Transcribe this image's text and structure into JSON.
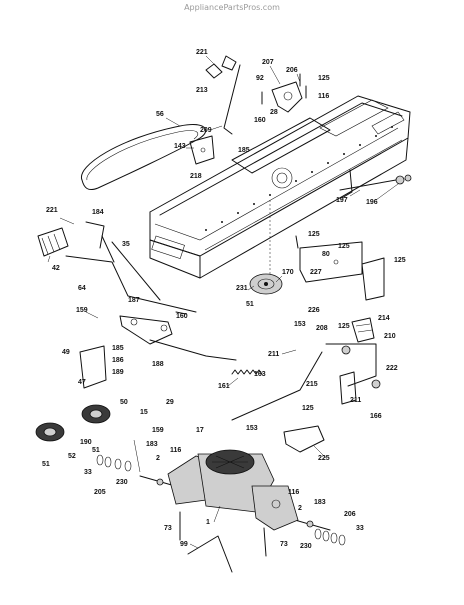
{
  "watermark": "AppliancePartsPros.com",
  "callouts": [
    {
      "id": "221a",
      "text": "221"
    },
    {
      "id": "213",
      "text": "213"
    },
    {
      "id": "207",
      "text": "207"
    },
    {
      "id": "206a",
      "text": "206"
    },
    {
      "id": "125a",
      "text": "125"
    },
    {
      "id": "92",
      "text": "92"
    },
    {
      "id": "116a",
      "text": "116"
    },
    {
      "id": "28",
      "text": "28"
    },
    {
      "id": "56",
      "text": "56"
    },
    {
      "id": "160a",
      "text": "160"
    },
    {
      "id": "209",
      "text": "209"
    },
    {
      "id": "185a",
      "text": "185"
    },
    {
      "id": "143",
      "text": "143"
    },
    {
      "id": "218",
      "text": "218"
    },
    {
      "id": "197",
      "text": "197"
    },
    {
      "id": "196",
      "text": "196"
    },
    {
      "id": "221b",
      "text": "221"
    },
    {
      "id": "184",
      "text": "184"
    },
    {
      "id": "42",
      "text": "42"
    },
    {
      "id": "35",
      "text": "35"
    },
    {
      "id": "125b",
      "text": "125"
    },
    {
      "id": "80",
      "text": "80"
    },
    {
      "id": "125c",
      "text": "125"
    },
    {
      "id": "125d",
      "text": "125"
    },
    {
      "id": "170",
      "text": "170"
    },
    {
      "id": "227",
      "text": "227"
    },
    {
      "id": "231",
      "text": "231"
    },
    {
      "id": "51a",
      "text": "51"
    },
    {
      "id": "226",
      "text": "226"
    },
    {
      "id": "64",
      "text": "64"
    },
    {
      "id": "187",
      "text": "187"
    },
    {
      "id": "159a",
      "text": "159"
    },
    {
      "id": "160b",
      "text": "160"
    },
    {
      "id": "214",
      "text": "214"
    },
    {
      "id": "153a",
      "text": "153"
    },
    {
      "id": "208",
      "text": "208"
    },
    {
      "id": "125e",
      "text": "125"
    },
    {
      "id": "210",
      "text": "210"
    },
    {
      "id": "49",
      "text": "49"
    },
    {
      "id": "185b",
      "text": "185"
    },
    {
      "id": "186",
      "text": "186"
    },
    {
      "id": "188",
      "text": "188"
    },
    {
      "id": "211a",
      "text": "211"
    },
    {
      "id": "189",
      "text": "189"
    },
    {
      "id": "161",
      "text": "161"
    },
    {
      "id": "163",
      "text": "163"
    },
    {
      "id": "215",
      "text": "215"
    },
    {
      "id": "222",
      "text": "222"
    },
    {
      "id": "47",
      "text": "47"
    },
    {
      "id": "29",
      "text": "29"
    },
    {
      "id": "211b",
      "text": "211"
    },
    {
      "id": "166",
      "text": "166"
    },
    {
      "id": "50",
      "text": "50"
    },
    {
      "id": "15",
      "text": "15"
    },
    {
      "id": "125f",
      "text": "125"
    },
    {
      "id": "159b",
      "text": "159"
    },
    {
      "id": "17",
      "text": "17"
    },
    {
      "id": "153b",
      "text": "153"
    },
    {
      "id": "190",
      "text": "190"
    },
    {
      "id": "51b",
      "text": "51"
    },
    {
      "id": "183a",
      "text": "183"
    },
    {
      "id": "225",
      "text": "225"
    },
    {
      "id": "116b",
      "text": "116"
    },
    {
      "id": "51c",
      "text": "51"
    },
    {
      "id": "52",
      "text": "52"
    },
    {
      "id": "2a",
      "text": "2"
    },
    {
      "id": "33a",
      "text": "33"
    },
    {
      "id": "205a",
      "text": "205"
    },
    {
      "id": "230a",
      "text": "230"
    },
    {
      "id": "116c",
      "text": "116"
    },
    {
      "id": "183b",
      "text": "183"
    },
    {
      "id": "2b",
      "text": "2"
    },
    {
      "id": "1",
      "text": "1"
    },
    {
      "id": "206b",
      "text": "206"
    },
    {
      "id": "73a",
      "text": "73"
    },
    {
      "id": "33b",
      "text": "33"
    },
    {
      "id": "99",
      "text": "99"
    },
    {
      "id": "73b",
      "text": "73"
    },
    {
      "id": "230b",
      "text": "230"
    }
  ]
}
